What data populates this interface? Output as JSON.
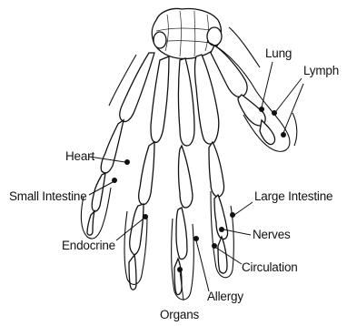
{
  "diagram": {
    "labels": {
      "lung": "Lung",
      "lymph": "Lymph",
      "heart": "Heart",
      "small_intestine": "Small Intestine",
      "large_intestine": "Large Intestine",
      "endocrine": "Endocrine",
      "nerves": "Nerves",
      "circulation": "Circulation",
      "allergy": "Allergy",
      "organs": "Organs"
    }
  }
}
